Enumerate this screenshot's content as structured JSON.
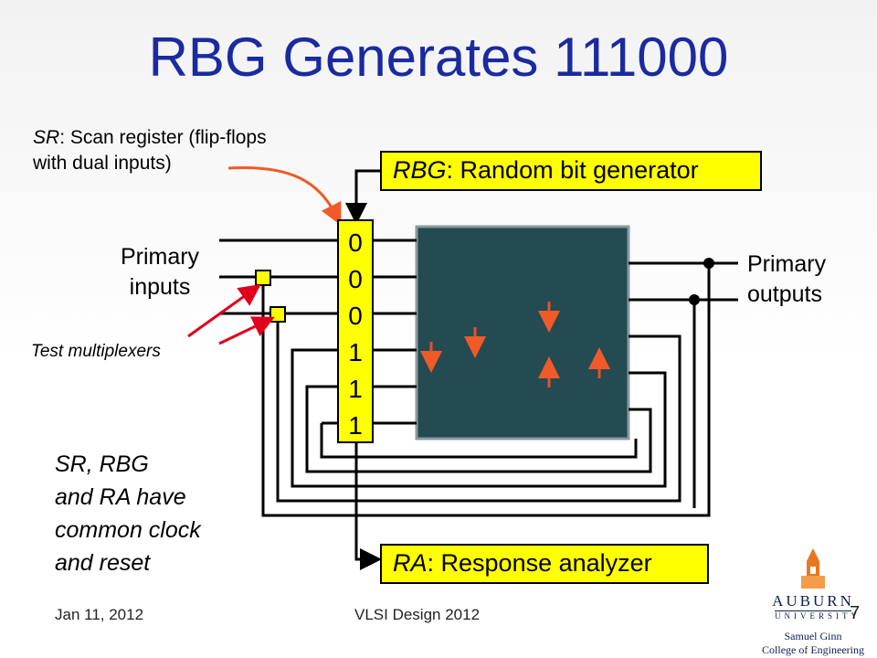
{
  "title": "RBG Generates 111000",
  "sr_note": {
    "prefix": "SR",
    "rest": ": Scan register (flip-flops",
    "line2": "with dual inputs)"
  },
  "rbg_box": {
    "prefix": "RBG",
    "rest": ": Random bit generator"
  },
  "ra_box": {
    "prefix": "RA",
    "rest": ": Response analyzer"
  },
  "primary_inputs": [
    "Primary",
    "inputs"
  ],
  "primary_outputs": [
    "Primary",
    "outputs"
  ],
  "test_mux": "Test multiplexers",
  "common_note": [
    "SR, RBG",
    "and RA have",
    "common clock",
    "and reset"
  ],
  "sr_bits": [
    "0",
    "0",
    "0",
    "1",
    "1",
    "1"
  ],
  "footer": {
    "date": "Jan 11, 2012",
    "center": "VLSI Design 2012",
    "page": "7"
  },
  "logo": {
    "line1": "AUBURN",
    "line2": "UNIVERSITY",
    "line3": "Samuel Ginn",
    "line4": "College of Engineering"
  },
  "colors": {
    "title": "#1a2aa0",
    "highlight": "#ffff00",
    "circuit": "#244a52",
    "arrow": "#e8502a",
    "pointer_red": "#e0001a",
    "pointer_orange": "#f05a28"
  }
}
